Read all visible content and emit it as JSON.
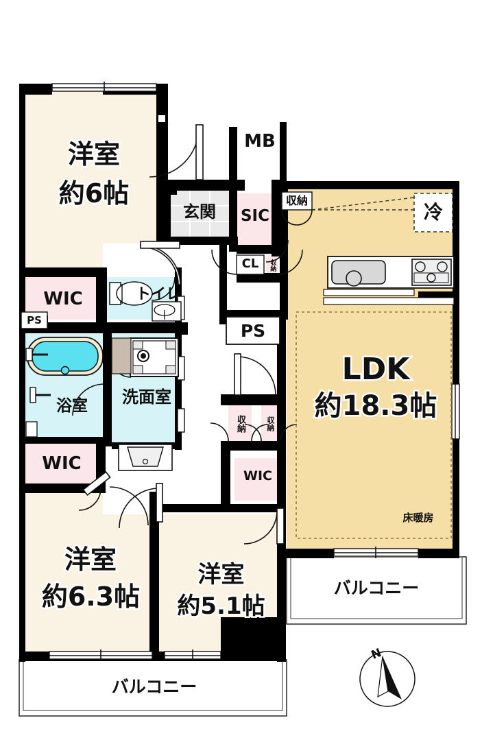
{
  "plan": {
    "type": "japanese-apartment-floor-plan",
    "layout_code": "3LDK",
    "colors": {
      "wall": "#000000",
      "room_cream": "#FAF3E3",
      "ldk_tan": "#F5DFA6",
      "closet_pink": "#FBE6EA",
      "water_blue": "#D6F4F7",
      "tub_blue": "#5BE0EF",
      "genkan_grey": "#EAEAEA",
      "balcony_white": "#FFFFFF",
      "outline": "#000000"
    },
    "rooms": [
      {
        "id": "bedroom-north",
        "name": "洋室",
        "size": "約6帖",
        "type": "western-room"
      },
      {
        "id": "bedroom-southwest",
        "name": "洋室",
        "size": "約6.3帖",
        "type": "western-room"
      },
      {
        "id": "bedroom-south",
        "name": "洋室",
        "size": "約5.1帖",
        "type": "western-room"
      },
      {
        "id": "ldk",
        "name": "LDK",
        "size": "約18.3帖",
        "type": "living-dining-kitchen"
      }
    ],
    "labels": {
      "bedroom_north_name": "洋室",
      "bedroom_north_size": "約6帖",
      "bedroom_sw_name": "洋室",
      "bedroom_sw_size": "約6.3帖",
      "bedroom_s_name": "洋室",
      "bedroom_s_size": "約5.1帖",
      "ldk_name": "LDK",
      "ldk_size": "約18.3帖",
      "floor_heating": "床暖房",
      "genkan": "玄関",
      "mb": "MB",
      "sic": "SIC",
      "cl": "CL",
      "ps_left": "PS",
      "ps_center": "PS",
      "toilet": "トイレ",
      "bath": "浴室",
      "washroom": "洗面室",
      "wic_north": "WIC",
      "wic_southwest": "WIC",
      "wic_center": "WIC",
      "storage_kitchen": "収納",
      "storage_entry": "収納",
      "storage_hall_left": "収納",
      "storage_hall_right": "収納",
      "fridge": "冷",
      "balcony_east": "バルコニー",
      "balcony_south": "バルコニー",
      "compass_north": "N"
    },
    "fixtures": [
      {
        "name": "kitchen-sink",
        "room": "ldk"
      },
      {
        "name": "gas-stove",
        "room": "ldk"
      },
      {
        "name": "refrigerator-space",
        "room": "ldk",
        "label": "冷"
      },
      {
        "name": "bathtub",
        "room": "bath"
      },
      {
        "name": "toilet-bowl",
        "room": "toilet"
      },
      {
        "name": "hand-basin",
        "room": "toilet"
      },
      {
        "name": "washing-machine-pan",
        "room": "washroom"
      },
      {
        "name": "vanity-basin",
        "room": "washroom"
      },
      {
        "name": "floor-heating-zone",
        "room": "ldk",
        "label": "床暖房"
      }
    ]
  }
}
